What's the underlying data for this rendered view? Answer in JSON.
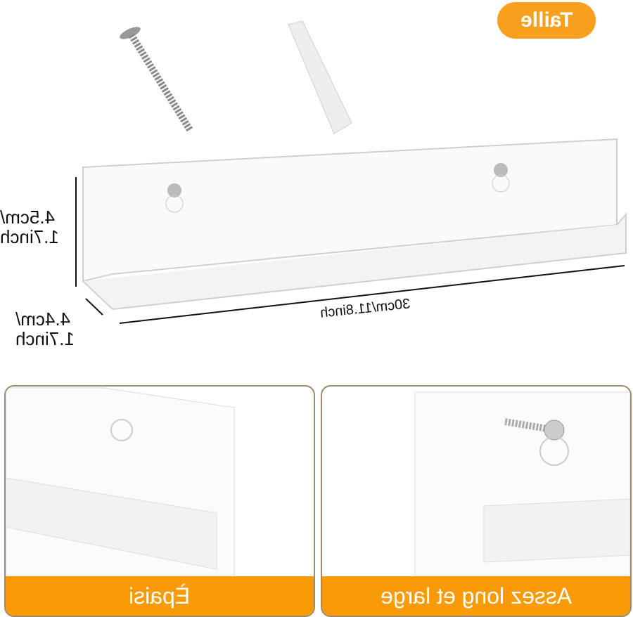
{
  "image_note": "Product photo, horizontally mirrored (text appears reversed)",
  "badge": {
    "label": "Taille",
    "color": "#f99f1e"
  },
  "dimensions": {
    "height": {
      "line1": "4.5cm/",
      "line2": "1.7inch"
    },
    "depth": {
      "line1": "4.4cm/",
      "line2": "1.7inch"
    },
    "length": {
      "label": "30cm/11.8inch"
    }
  },
  "panels": [
    {
      "caption": "Èpaisi"
    },
    {
      "caption": "Assez long et large"
    }
  ],
  "colors": {
    "caption_bg": "#fb9a07",
    "panel_border": "#9c8a6a"
  }
}
